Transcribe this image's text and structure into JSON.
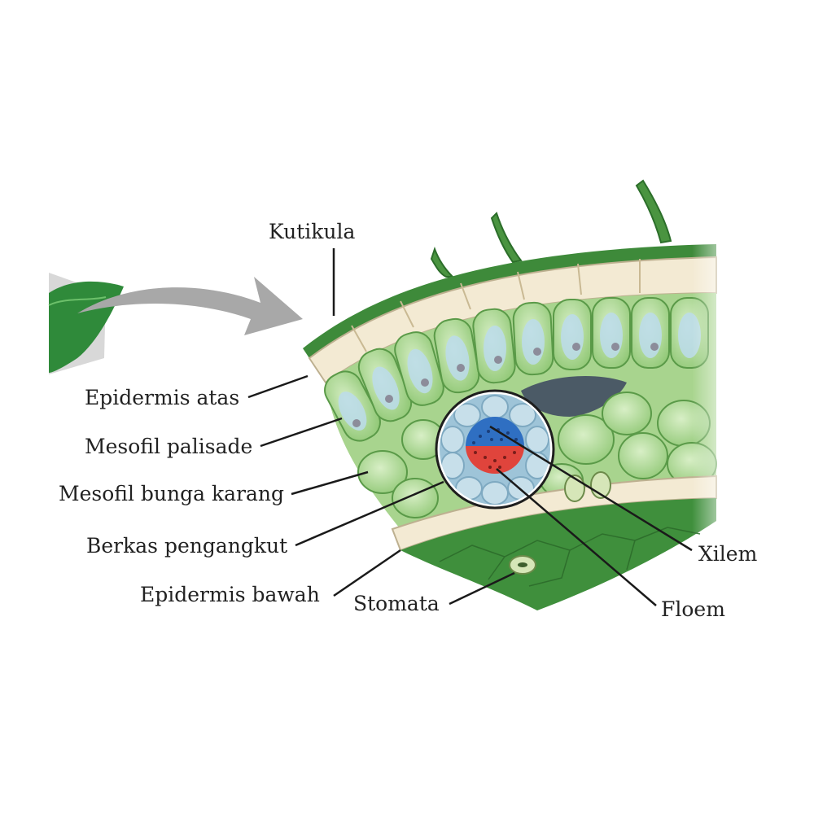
{
  "labels": {
    "kutikula": "Kutikula",
    "epidermis_atas": "Epidermis atas",
    "mesofil_palisade": "Mesofil palisade",
    "mesofil_bunga_karang": "Mesofil bunga karang",
    "berkas_pengangkut": "Berkas pengangkut",
    "epidermis_bawah": "Epidermis bawah",
    "stomata": "Stomata",
    "xilem": "Xilem",
    "floem": "Floem"
  },
  "colors": {
    "leaf_dark": "#3d8a3a",
    "leaf_mid": "#5fb04a",
    "epidermis": "#f3ead3",
    "palisade_cell": "#bfe0a8",
    "vacuole": "#b9d9ea",
    "xylem": "#2f6fc2",
    "phloem": "#e0443c",
    "arrow": "#a9a9a9"
  }
}
